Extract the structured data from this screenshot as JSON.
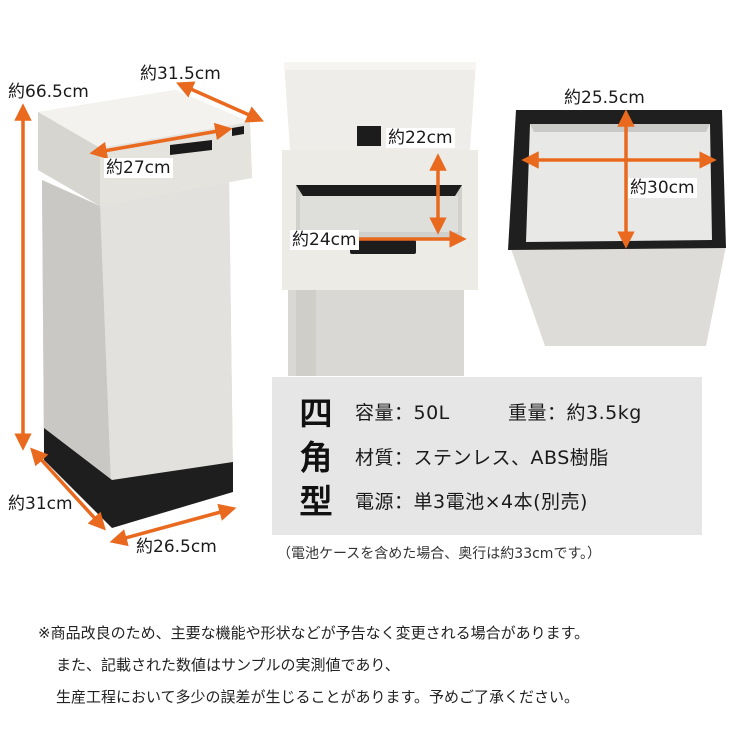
{
  "product_images": {
    "closed_can": {
      "height": "約66.5cm",
      "lid_width": "約31.5cm",
      "opening_width": "約27cm",
      "base_depth": "約31cm",
      "base_width": "約26.5cm"
    },
    "open_lid": {
      "opening_depth": "約22cm",
      "opening_width": "約24cm"
    },
    "top_view": {
      "inner_width": "約25.5cm",
      "inner_depth": "約30cm"
    }
  },
  "spec_panel": {
    "type_chars": [
      "四",
      "角",
      "型"
    ],
    "capacity": "容量：50L",
    "weight": "重量：約3.5kg",
    "material": "材質：ステンレス、ABS樹脂",
    "power": "電源：単3電池×4本(別売)"
  },
  "caption": "（電池ケースを含めた場合、奥行は約33cmです。）",
  "notes": [
    "※商品改良のため、主要な機能や形状などが予告なく変更される場合があります。",
    "また、記載された数値はサンプルの実測値であり、",
    "生産工程において多少の誤差が生じることがあります。予めご了承ください。"
  ],
  "colors": {
    "arrow": "#e96a1f",
    "body": "#dcdad6",
    "lid": "#ecebe6",
    "base": "#1e1e1e",
    "panel": "#e6e6e6"
  }
}
